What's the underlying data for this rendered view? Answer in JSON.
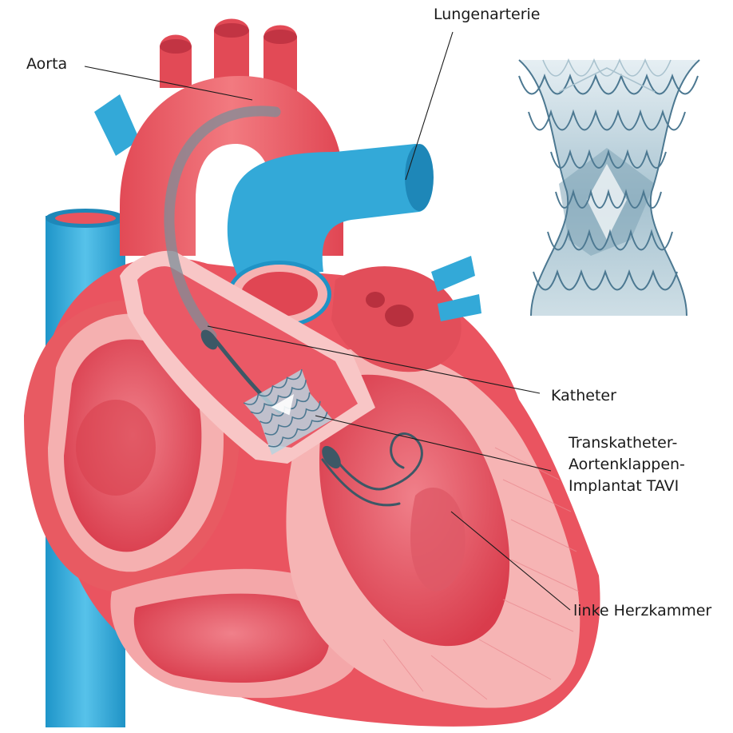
{
  "labels": {
    "aorta": "Aorta",
    "pulmonary_artery": "Lungenarterie",
    "catheter": "Katheter",
    "tavi_line1": "Transkatheter-",
    "tavi_line2": "Aortenklappen-",
    "tavi_line3": "Implantat TAVI",
    "left_ventricle": "linke Herzkammer"
  },
  "colors": {
    "heart_red": "#e9545e",
    "heart_light": "#f6b2b2",
    "vein_blue": "#33a9d8",
    "stent_blue": "#4c7891",
    "catheter": "#3d5866"
  }
}
